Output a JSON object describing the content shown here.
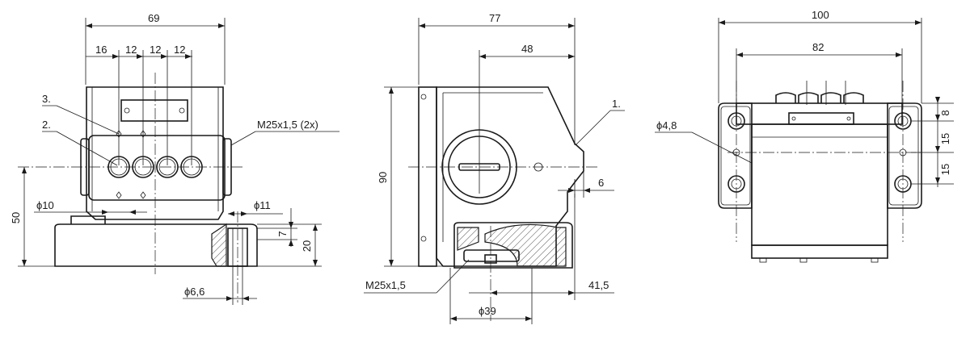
{
  "front_view": {
    "dim_width": "69",
    "dim_seg_1": "16",
    "dim_seg_2": "12",
    "dim_seg_3": "12",
    "dim_seg_4": "12",
    "callout_3": "3.",
    "callout_2": "2.",
    "dim_thread": "M25x1,5 (2x)",
    "dim_dia_10": "ϕ10",
    "dim_dia_11": "ϕ11",
    "dim_dia_6_6": "ϕ6,6",
    "dim_height_50": "50",
    "dim_height_20": "20",
    "dim_height_7": "7"
  },
  "side_view": {
    "dim_width_77": "77",
    "dim_width_48": "48",
    "callout_1": "1.",
    "dim_height_90": "90",
    "dim_6": "6",
    "dim_thread": "M25x1,5",
    "dim_41_5": "41,5",
    "dim_dia_39": "ϕ39"
  },
  "top_view": {
    "dim_width_100": "100",
    "dim_width_82": "82",
    "dim_dia_4_8": "ϕ4,8",
    "dim_8": "8",
    "dim_15a": "15",
    "dim_15b": "15"
  }
}
